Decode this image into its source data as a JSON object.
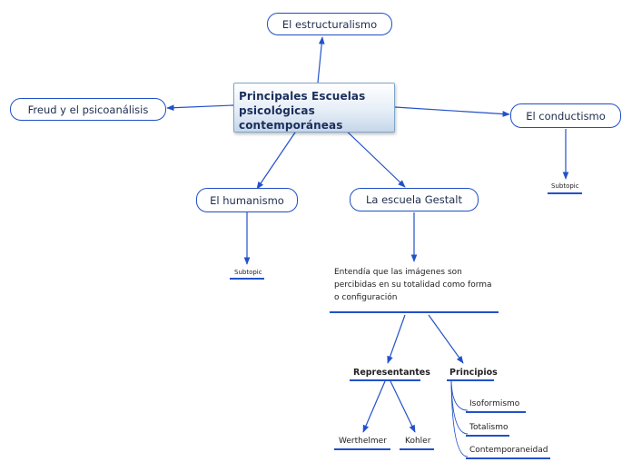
{
  "root": {
    "label": "Principales Escuelas\npsicológicas contemporáneas"
  },
  "topics": {
    "estructuralismo": "El estructuralismo",
    "freud": "Freud y el psicoanálisis",
    "conductismo": "El conductismo",
    "humanismo": "El humanismo",
    "gestalt": "La escuela Gestalt"
  },
  "subtopics": {
    "conductismo_sub": "Subtopic",
    "humanismo_sub": "Subtopic",
    "gestalt_desc": "Entendía que las imágenes son percibidas en su totalidad como forma o configuración",
    "representantes": "Representantes",
    "principios": "Principios",
    "werthelmer": "Werthelmer",
    "kohler": "Kohler",
    "isoformismo": "Isoformismo",
    "totalismo": "Totalismo",
    "contemporaneidad": "Contemporaneidad"
  },
  "colors": {
    "line": "#2251c9",
    "text": "#1e2d4e"
  }
}
